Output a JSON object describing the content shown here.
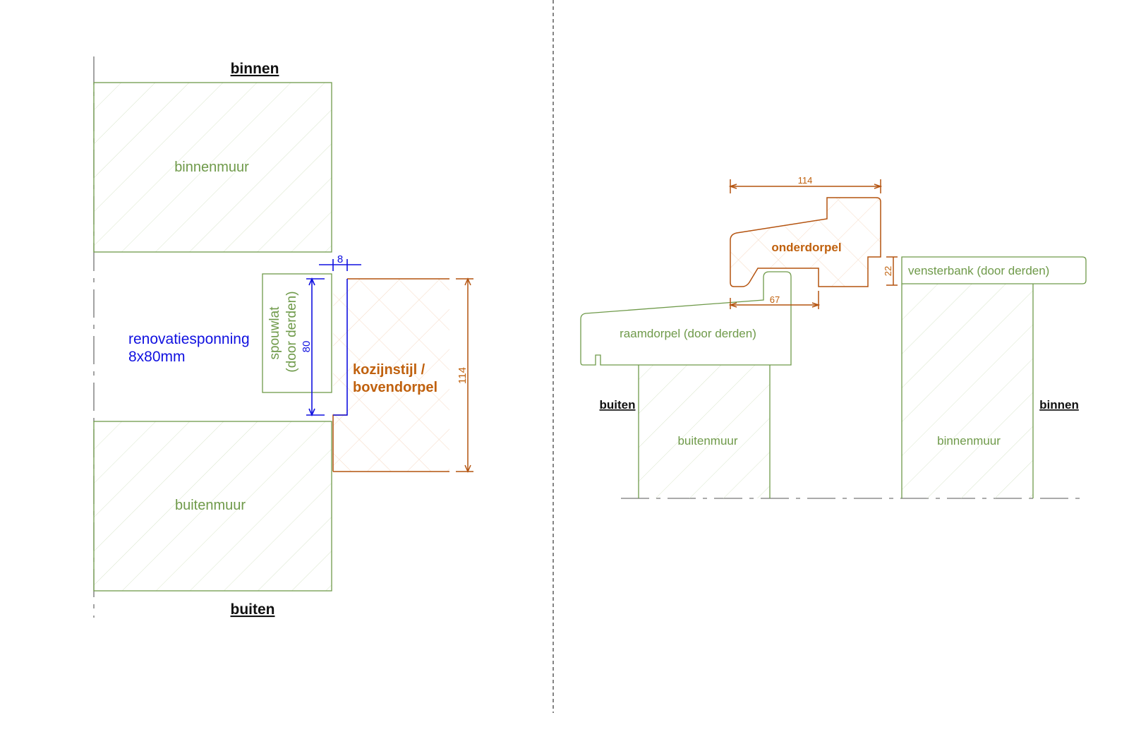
{
  "left_detail": {
    "label_binnen": "binnen",
    "label_buiten": "buiten",
    "binnenmuur": "binnenmuur",
    "buitenmuur": "buitenmuur",
    "renovatiesponning_line1": "renovatiesponning",
    "renovatiesponning_line2": "8x80mm",
    "spouwlat_line1": "spouwlat",
    "spouwlat_line2": "(door derden)",
    "kozijn_line1": "kozijnstijl /",
    "kozijn_line2": "bovendorpel",
    "dim_8": "8",
    "dim_80": "80",
    "dim_114": "114"
  },
  "right_detail": {
    "onderdorpel": "onderdorpel",
    "raamdorpel": "raamdorpel (door derden)",
    "vensterbank": "vensterbank (door derden)",
    "buitenmuur": "buitenmuur",
    "binnenmuur": "binnenmuur",
    "label_buiten": "buiten",
    "label_binnen": "binnen",
    "dim_114": "114",
    "dim_67": "67",
    "dim_22": "22"
  },
  "colors": {
    "wall": "#6f9a4a",
    "frame": "#b4530f",
    "rebate": "#1010e0",
    "label": "#111111"
  }
}
